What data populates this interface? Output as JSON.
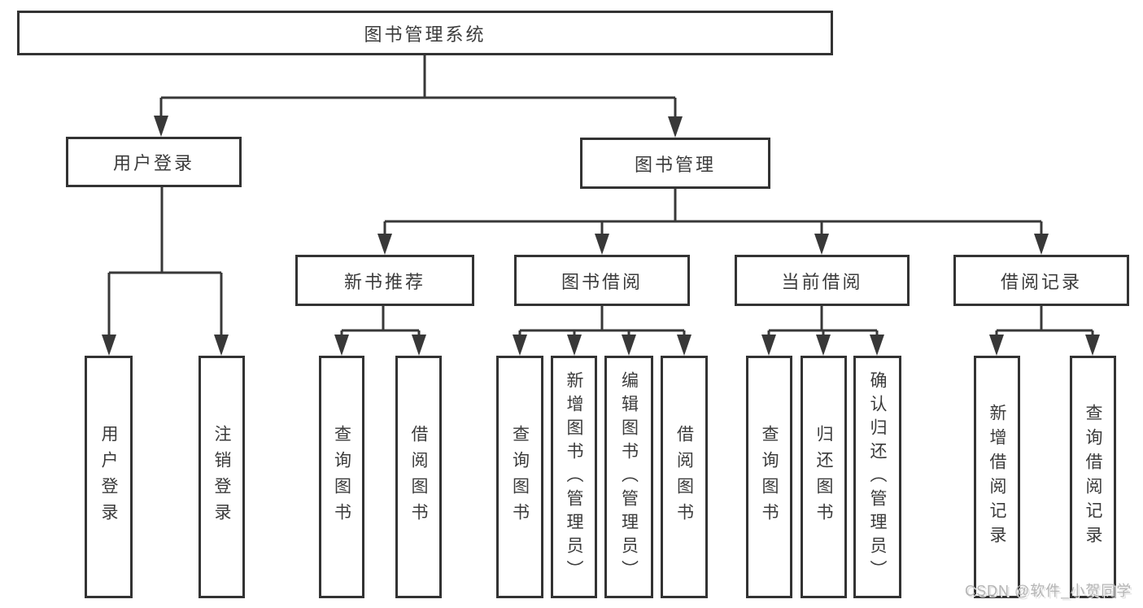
{
  "diagram": {
    "root": {
      "label": "图书管理系统"
    },
    "level2": [
      {
        "label": "用户登录"
      },
      {
        "label": "图书管理"
      }
    ],
    "level3": [
      {
        "label": "新书推荐"
      },
      {
        "label": "图书借阅"
      },
      {
        "label": "当前借阅"
      },
      {
        "label": "借阅记录"
      }
    ],
    "leaves": [
      {
        "label": "用户登录"
      },
      {
        "label": "注销登录"
      },
      {
        "label": "查询图书"
      },
      {
        "label": "借阅图书"
      },
      {
        "label": "查询图书"
      },
      {
        "label": "新增图书（管理员）"
      },
      {
        "label": "编辑图书（管理员）"
      },
      {
        "label": "借阅图书"
      },
      {
        "label": "查询图书"
      },
      {
        "label": "归还图书"
      },
      {
        "label": "确认归还（管理员）"
      },
      {
        "label": "新增借阅记录"
      },
      {
        "label": "查询借阅记录"
      }
    ]
  },
  "watermark": {
    "text": "CSDN @软件_小贺同学"
  },
  "colors": {
    "line": "#383838",
    "border": "#333333",
    "text": "#3b3b3b",
    "watermark": "#b5b5b5",
    "background": "#ffffff"
  }
}
